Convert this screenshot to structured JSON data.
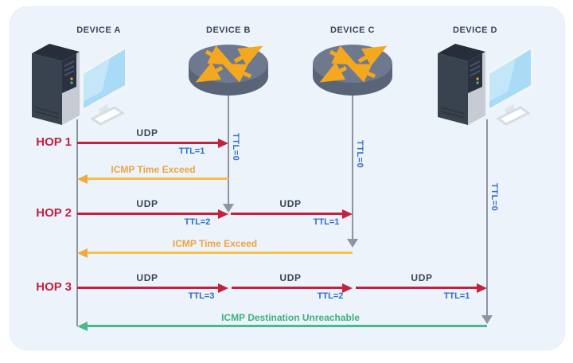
{
  "devices": [
    {
      "label": "DEVICE A",
      "type": "computer"
    },
    {
      "label": "DEVICE B",
      "type": "router"
    },
    {
      "label": "DEVICE C",
      "type": "router"
    },
    {
      "label": "DEVICE D",
      "type": "computer"
    }
  ],
  "hops": [
    {
      "label": "HOP 1",
      "segments": [
        {
          "protocol": "UDP",
          "ttl": "TTL=1"
        }
      ],
      "reply": "ICMP Time Exceed"
    },
    {
      "label": "HOP 2",
      "segments": [
        {
          "protocol": "UDP",
          "ttl": "TTL=2"
        },
        {
          "protocol": "UDP",
          "ttl": "TTL=1"
        }
      ],
      "reply": "ICMP Time Exceed"
    },
    {
      "label": "HOP 3",
      "segments": [
        {
          "protocol": "UDP",
          "ttl": "TTL=3"
        },
        {
          "protocol": "UDP",
          "ttl": "TTL=2"
        },
        {
          "protocol": "UDP",
          "ttl": "TTL=1"
        }
      ],
      "reply": "ICMP Destination Unreachable"
    }
  ],
  "ttl_zero": {
    "device_b": "TTL=0",
    "device_c": "TTL=0",
    "device_d": "TTL=0"
  },
  "colors": {
    "panel_background": "#ecf3fb",
    "udp_arrow": "#c2213f",
    "hop_label": "#c02340",
    "icmp_time_exceed": "#eda43f",
    "icmp_dest_unreachable": "#3db27d",
    "ttl_text": "#2f6cc9",
    "lifeline": "#8d95a2",
    "router_body": "#6e7990",
    "router_arrows": "#f3a81f"
  }
}
